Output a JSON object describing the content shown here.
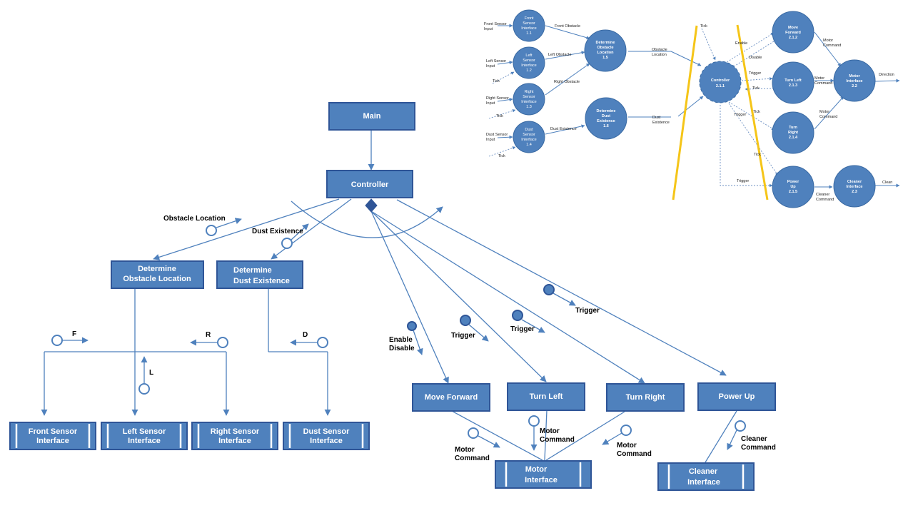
{
  "structure_chart": {
    "modules": {
      "main": "Main",
      "controller": "Controller",
      "determine_obstacle_location": [
        "Determine",
        "Obstacle Location"
      ],
      "determine_dust_existence": [
        "Determine",
        "Dust Existence"
      ],
      "front_sensor_interface": [
        "Front Sensor",
        "Interface"
      ],
      "left_sensor_interface": [
        "Left Sensor",
        "Interface"
      ],
      "right_sensor_interface": [
        "Right Sensor",
        "Interface"
      ],
      "dust_sensor_interface": [
        "Dust Sensor",
        "Interface"
      ],
      "move_forward": "Move Forward",
      "turn_left": "Turn Left",
      "turn_right": "Turn Right",
      "power_up": "Power Up",
      "motor_interface": [
        "Motor",
        "Interface"
      ],
      "cleaner_interface": [
        "Cleaner",
        "Interface"
      ]
    },
    "couples": {
      "obstacle_location": "Obstacle Location",
      "dust_existence": "Dust Existence",
      "f": "F",
      "r": "R",
      "l": "L",
      "d": "D",
      "enable_disable": [
        "Enable",
        "Disable"
      ],
      "trigger": "Trigger",
      "motor_command": [
        "Motor",
        "Command"
      ],
      "cleaner_command": [
        "Cleaner",
        "Command"
      ]
    }
  },
  "dataflow_diagram": {
    "processes": {
      "p1_1": [
        "Front",
        "Sensor",
        "Interface",
        "1.1"
      ],
      "p1_2": [
        "Left",
        "Sensor",
        "Interface",
        "1.2"
      ],
      "p1_3": [
        "Right",
        "Sensor",
        "Interface",
        "1.3"
      ],
      "p1_4": [
        "Dust",
        "Sensor",
        "Interface",
        "1.4"
      ],
      "p1_5": [
        "Determine",
        "Obstacle",
        "Location",
        "1.5"
      ],
      "p1_6": [
        "Determine",
        "Dust",
        "Existence",
        "1.6"
      ],
      "p2_1_1": [
        "Controller",
        "2.1.1"
      ],
      "p2_1_2": [
        "Move",
        "Forward",
        "2.1.2"
      ],
      "p2_1_3": [
        "Turn Left",
        "2.1.3"
      ],
      "p2_1_4": [
        "Turn",
        "Right",
        "2.1.4"
      ],
      "p2_1_5": [
        "Power",
        "Up",
        "2.1.5"
      ],
      "p2_2": [
        "Motor",
        "Interface",
        "2.2"
      ],
      "p2_3": [
        "Cleaner",
        "Interface",
        "2.3"
      ]
    },
    "flows": {
      "front_sensor_input": [
        "Front Sensor",
        "Input"
      ],
      "left_sensor_input": [
        "Left Sensor",
        "Input"
      ],
      "right_sensor_input": [
        "Right Sensor",
        "Input"
      ],
      "dust_sensor_input": [
        "Dust Sensor",
        "Input"
      ],
      "tick": "Tick",
      "front_obstacle": "Front Obstacle",
      "left_obstacle": "Left Obstacle",
      "right_obstacle": "Right Obstacle",
      "dust_existence": "Dust Existence",
      "obstacle_location": [
        "Obstacle",
        "Location"
      ],
      "dust_existence_out": [
        "Dust",
        "Existence"
      ],
      "enable": "Enable",
      "disable": "Disable",
      "trigger": "Trigger",
      "motor_command": [
        "Motor",
        "Command"
      ],
      "direction": "Direction",
      "cleaner_command": [
        "Cleaner",
        "Command"
      ],
      "clean": "Clean"
    }
  },
  "colors": {
    "box_fill": "#4f81bd",
    "box_border": "#2f5597",
    "connector": "#4f81bd",
    "boundary_line": "#f5c518"
  }
}
